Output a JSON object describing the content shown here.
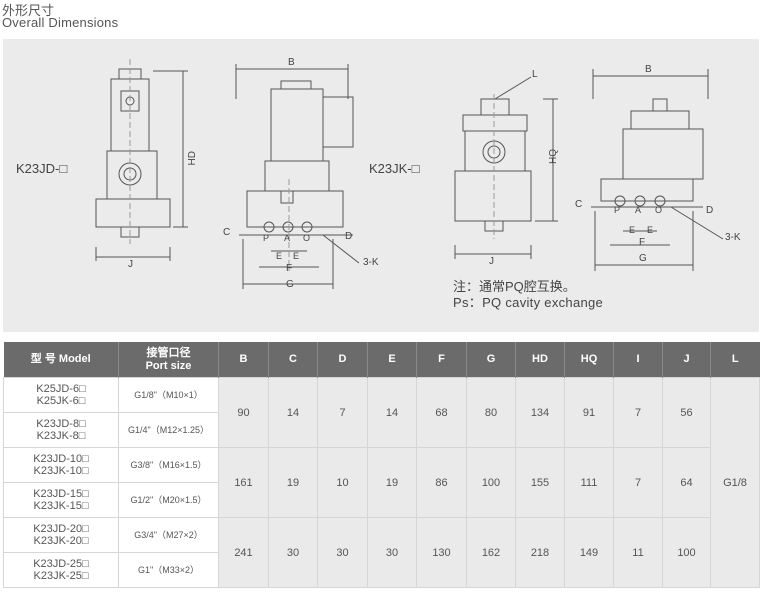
{
  "header": {
    "title_cn": "外形尺寸",
    "title_en": "Overall Dimensions"
  },
  "drawing": {
    "label_jd": "K23JD-□",
    "label_jk": "K23JK-□",
    "dim_B": "B",
    "dim_C": "C",
    "dim_D": "D",
    "dim_E": "E",
    "dim_F": "F",
    "dim_G": "G",
    "dim_HD": "HD",
    "dim_HQ": "HQ",
    "dim_J": "J",
    "dim_L": "L",
    "dim_3K": "3-K",
    "port_P": "P",
    "port_A": "A",
    "port_O": "O",
    "note_cn": "注：通常PQ腔互换。",
    "note_en": "Ps：PQ cavity exchange"
  },
  "table": {
    "headers": {
      "model_cn": "型 号",
      "model_en": "Model",
      "port_cn": "接管口径",
      "port_en": "Port size",
      "B": "B",
      "C": "C",
      "D": "D",
      "E": "E",
      "F": "F",
      "G": "G",
      "HD": "HD",
      "HQ": "HQ",
      "I": "I",
      "J": "J",
      "L": "L"
    },
    "rows": [
      {
        "model1": "K25JD-6□",
        "model2": "K25JK-6□",
        "port": "G1/8\"（M10×1）"
      },
      {
        "model1": "K23JD-8□",
        "model2": "K23JK-8□",
        "port": "G1/4\"（M12×1.25）"
      },
      {
        "model1": "K23JD-10□",
        "model2": "K23JK-10□",
        "port": "G3/8\"（M16×1.5）"
      },
      {
        "model1": "K23JD-15□",
        "model2": "K23JK-15□",
        "port": "G1/2\"（M20×1.5）"
      },
      {
        "model1": "K23JD-20□",
        "model2": "K23JK-20□",
        "port": "G3/4\"（M27×2）"
      },
      {
        "model1": "K23JD-25□",
        "model2": "K23JK-25□",
        "port": "G1\"（M33×2）"
      }
    ],
    "groups": [
      {
        "B": "90",
        "C": "14",
        "D": "7",
        "E": "14",
        "F": "68",
        "G": "80",
        "HD": "134",
        "HQ": "91",
        "I": "7",
        "J": "56"
      },
      {
        "B": "161",
        "C": "19",
        "D": "10",
        "E": "19",
        "F": "86",
        "G": "100",
        "HD": "155",
        "HQ": "111",
        "I": "7",
        "J": "64"
      },
      {
        "B": "241",
        "C": "30",
        "D": "30",
        "E": "30",
        "F": "130",
        "G": "162",
        "HD": "218",
        "HQ": "149",
        "I": "11",
        "J": "100"
      }
    ],
    "L_value": "G1/8"
  }
}
